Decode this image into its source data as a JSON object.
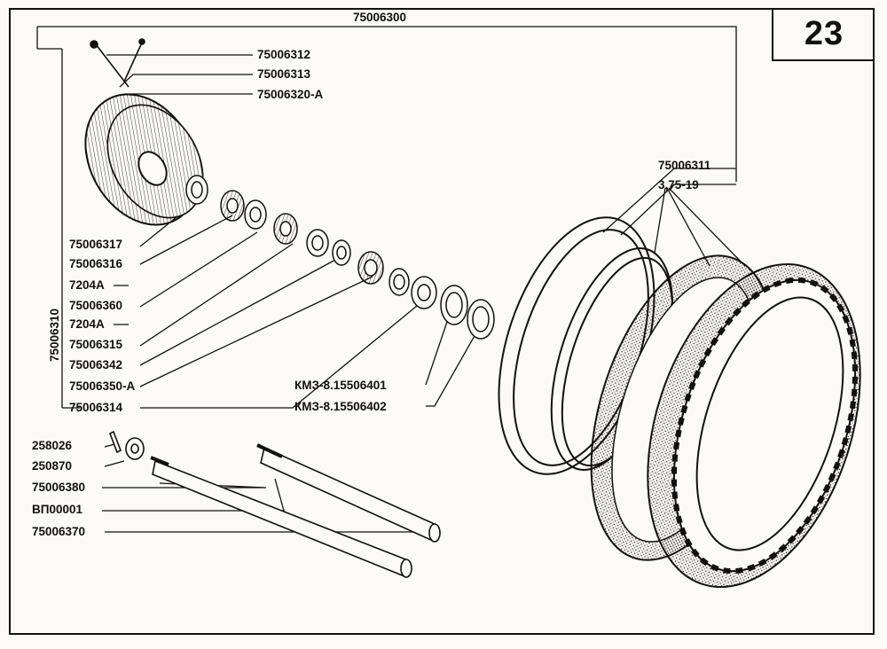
{
  "page": {
    "number": "23"
  },
  "labels": {
    "assembly": "75006300",
    "spoke_nipple": "75006312",
    "spoke": "75006313",
    "hub": "75006320-A",
    "hub_left": "75006310",
    "rim": "75006311",
    "tire": "3,75-19",
    "p_317": "75006317",
    "p_316": "75006316",
    "bearing_a": "7204A",
    "p_360": "75006360",
    "bearing_b": "7204A",
    "p_315": "75006315",
    "p_342": "75006342",
    "p_350": "75006350-A",
    "p_314": "75006314",
    "seal_1": "КМЗ-8.15506401",
    "seal_2": "КМЗ-8.15506402",
    "cotter_pin": "258026",
    "nut": "250870",
    "axle": "75006380",
    "vp": "ВП00001",
    "axle_2": "75006370"
  },
  "colors": {
    "ink": "#111111",
    "paper": "#fbfaf6"
  }
}
